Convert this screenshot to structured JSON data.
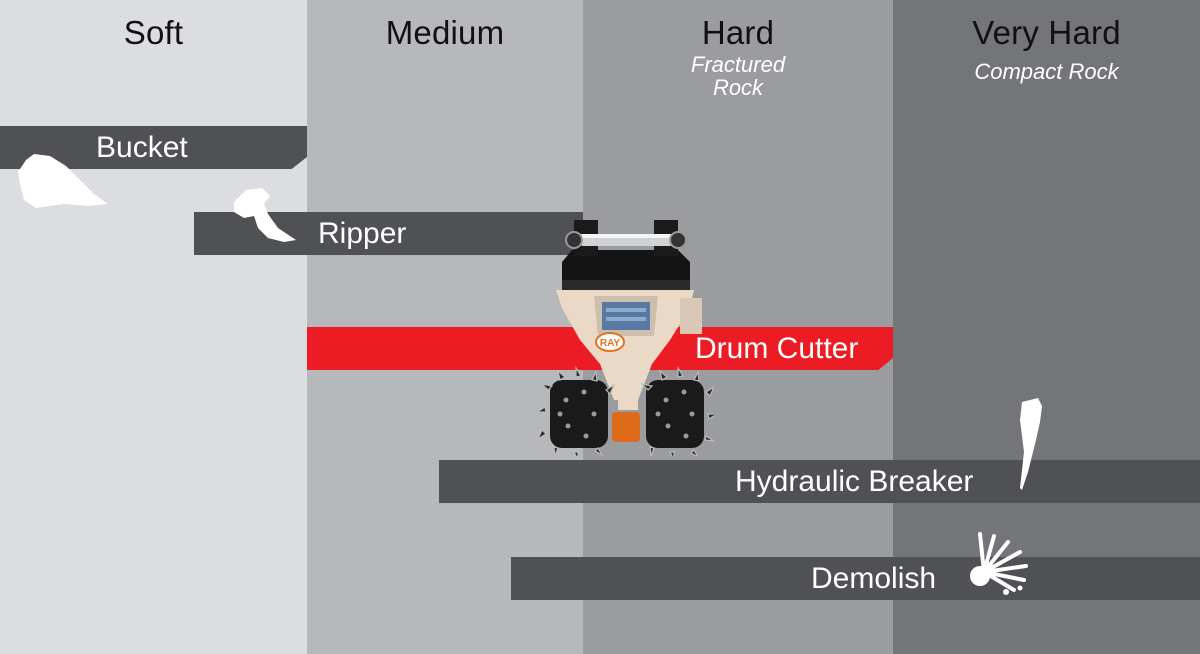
{
  "columns": [
    {
      "title": "Soft",
      "subtitle": ""
    },
    {
      "title": "Medium",
      "subtitle": ""
    },
    {
      "title": "Hard",
      "subtitle": "Fractured Rock"
    },
    {
      "title": "Very Hard",
      "subtitle": "Compact Rock"
    }
  ],
  "tools": {
    "bucket": "Bucket",
    "ripper": "Ripper",
    "drum_cutter": "Drum Cutter",
    "hydraulic_breaker": "Hydraulic Breaker",
    "demolish": "Demolish"
  },
  "product_logo": "RAY",
  "colors": {
    "soft_bg": "#dcdde0",
    "medium_bg": "#b6b8bb",
    "hard_bg": "#9a9c9f",
    "very_hard_bg": "#737578",
    "tool_bar": "#4f5154",
    "drum_cutter_bar": "#ec1c24"
  }
}
